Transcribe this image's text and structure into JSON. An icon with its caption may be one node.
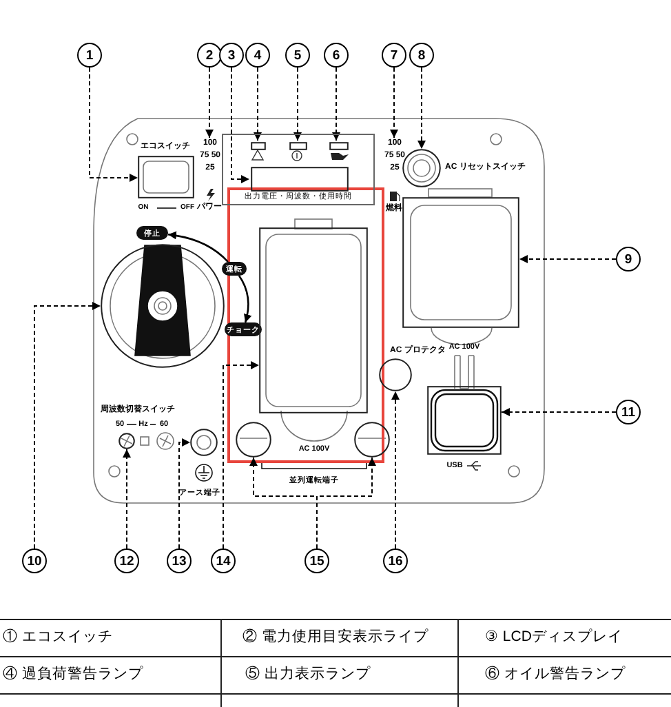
{
  "diagram": {
    "nodes": [
      {
        "text": [
          "1"
        ]
      },
      {
        "text": [
          "2"
        ]
      },
      {
        "text": [
          "3"
        ]
      },
      {
        "text": [
          "4"
        ]
      },
      {
        "text": [
          "5"
        ]
      },
      {
        "text": [
          "6"
        ]
      },
      {
        "text": [
          "7"
        ]
      },
      {
        "text": [
          "8"
        ]
      },
      {
        "text": [
          "9"
        ]
      },
      {
        "text": [
          "11"
        ]
      },
      {
        "text": [
          "10"
        ]
      },
      {
        "text": [
          "12"
        ]
      },
      {
        "text": [
          "13"
        ]
      },
      {
        "text": [
          "14"
        ]
      },
      {
        "text": [
          "15"
        ]
      },
      {
        "text": [
          "16"
        ]
      },
      {
        "text": [],
        "shape": "box"
      },
      {
        "text": [
          "100 75 50 25"
        ]
      },
      {
        "text": [
          "出力電圧・周波数・使用時間"
        ]
      },
      {
        "text": [],
        "shape": "box",
        "in": 18
      },
      {
        "text": [],
        "shape": "box",
        "in": 18
      },
      {
        "text": [],
        "shape": "box",
        "in": 18
      },
      {
        "text": [],
        "shape": "box",
        "in": 18
      },
      {
        "text": [
          "100 75 50 25"
        ]
      },
      {
        "text": [],
        "shape": "circle"
      },
      {
        "text": [],
        "shape": "box"
      },
      {
        "text": [
          "停止"
        ]
      },
      {
        "text": [
          "運転"
        ]
      },
      {
        "text": [
          "チョーク"
        ]
      },
      {
        "text": [],
        "shape": "circle"
      },
      {
        "text": [],
        "shape": "box"
      },
      {
        "text": [],
        "shape": "circle"
      },
      {
        "text": [],
        "shape": "box"
      },
      {
        "text": [],
        "shape": "circle"
      },
      {
        "text": [],
        "shape": "circle"
      },
      {
        "text": [],
        "shape": "circle"
      },
      {
        "text": [],
        "shape": "circle"
      }
    ],
    "edges": [
      {
        "from": 0,
        "to": 16,
        "arrow": "to",
        "style": "dashed"
      },
      {
        "from": 1,
        "to": 17,
        "arrow": "to",
        "style": "dashed"
      },
      {
        "from": 2,
        "to": 19,
        "arrow": "to",
        "style": "dashed"
      },
      {
        "from": 3,
        "to": 20,
        "arrow": "to",
        "style": "dashed"
      },
      {
        "from": 4,
        "to": 21,
        "arrow": "to",
        "style": "dashed"
      },
      {
        "from": 5,
        "to": 22,
        "arrow": "to",
        "style": "dashed"
      },
      {
        "from": 6,
        "to": 23,
        "arrow": "to",
        "style": "dashed"
      },
      {
        "from": 7,
        "to": 24,
        "arrow": "to",
        "style": "dashed"
      },
      {
        "from": 8,
        "to": 25,
        "arrow": "to",
        "style": "dashed"
      },
      {
        "from": 9,
        "to": 32,
        "arrow": "to",
        "style": "dashed"
      },
      {
        "from": 10,
        "to": 29,
        "arrow": "to",
        "style": "dashed"
      },
      {
        "from": 11,
        "to": 33,
        "arrow": "to",
        "style": "dashed"
      },
      {
        "from": 12,
        "to": 34,
        "arrow": "to",
        "style": "dashed"
      },
      {
        "from": 13,
        "to": 30,
        "arrow": "to",
        "style": "dashed"
      },
      {
        "from": 14,
        "to": 35,
        "arrow": "to",
        "style": "dashed"
      },
      {
        "from": 14,
        "to": 36,
        "arrow": "to",
        "style": "dashed"
      },
      {
        "from": 15,
        "to": 31,
        "arrow": "to",
        "style": "dashed"
      },
      {
        "from": 27,
        "to": 26,
        "arrow": "to"
      },
      {
        "from": 27,
        "to": 28,
        "arrow": "to"
      }
    ],
    "labels": [
      "エコスイッチ",
      "ON",
      "OFF",
      "パワー",
      "燃料",
      "AC リセットスイッチ",
      "AC プロテクタ",
      "AC 100V",
      "AC 100V",
      "USB",
      "周波数切替スイッチ",
      "50",
      "Hz",
      "60",
      "アース端子",
      "並列運転端子",
      "① エコスイッチ",
      "② 電力使用目安表示ライプ",
      "③ LCDディスプレイ",
      "④ 過負荷警告ランプ",
      "⑤ 出力表示ランプ",
      "⑥ オイル警告ランプ"
    ]
  }
}
